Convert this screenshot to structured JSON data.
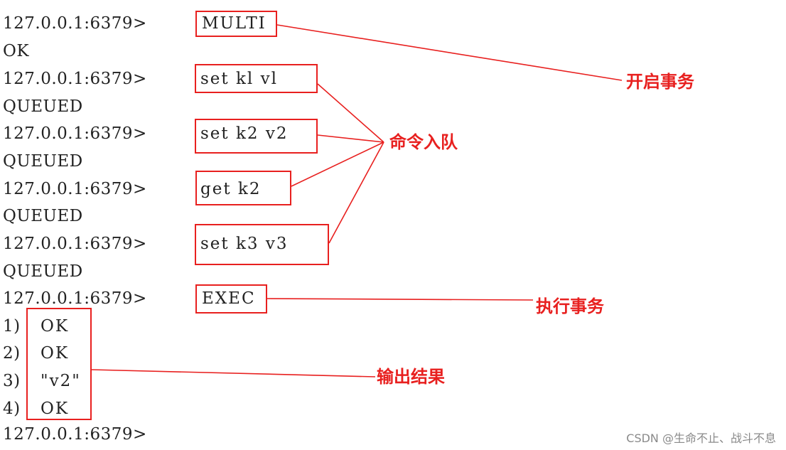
{
  "terminal": {
    "prompt": "127.0.0.1:6379>",
    "lines": [
      {
        "prompt": "127.0.0.1:6379>",
        "command": "MULTI"
      },
      {
        "output": "OK"
      },
      {
        "prompt": "127.0.0.1:6379>",
        "command": "set kl vl"
      },
      {
        "output": "QUEUED"
      },
      {
        "prompt": "127.0.0.1:6379>",
        "command": "set k2 v2"
      },
      {
        "output": "QUEUED"
      },
      {
        "prompt": "127.0.0.1:6379>",
        "command": "get k2"
      },
      {
        "output": "QUEUED"
      },
      {
        "prompt": "127.0.0.1:6379>",
        "command": "set k3 v3"
      },
      {
        "output": "QUEUED"
      },
      {
        "prompt": "127.0.0.1:6379>",
        "command": "EXEC"
      },
      {
        "index": "1)",
        "result": "OK"
      },
      {
        "index": "2)",
        "result": "OK"
      },
      {
        "index": "3)",
        "result": "\"v2\""
      },
      {
        "index": "4)",
        "result": "OK"
      },
      {
        "prompt": "127.0.0.1:6379>",
        "command": ""
      }
    ]
  },
  "annotations": {
    "start_transaction": "开启事务",
    "enqueue_commands": "命令入队",
    "execute_transaction": "执行事务",
    "output_results": "输出结果"
  },
  "colors": {
    "annotation": "#e8201f",
    "text": "#222222",
    "watermark": "#8a8a8a"
  },
  "watermark": "CSDN @生命不止、战斗不息"
}
